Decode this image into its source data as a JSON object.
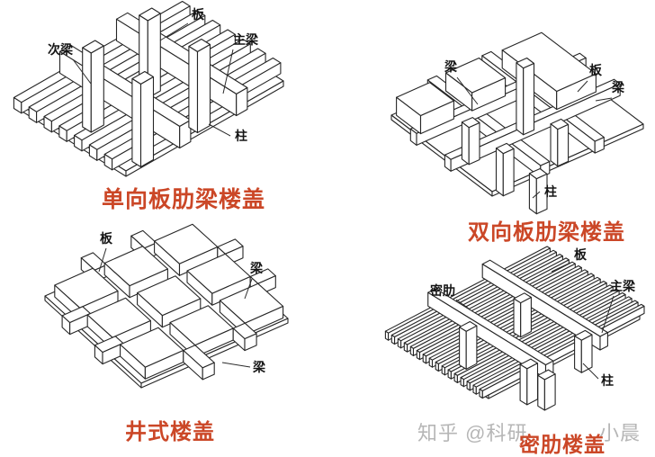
{
  "figure": {
    "background": "#ffffff",
    "line_color": "#262626",
    "accent_color": "#cb4727",
    "watermark": {
      "prefix": "知乎 @科研",
      "suffix": "小晨",
      "color": "#b6b6b6"
    },
    "diagrams": [
      {
        "key": "one-way-ribbed",
        "title": "单向板肋梁楼盖",
        "labels": {
          "slab": "板",
          "main_beam": "主梁",
          "secondary_beam": "次梁",
          "column": "柱"
        }
      },
      {
        "key": "two-way-ribbed",
        "title": "双向板肋梁楼盖",
        "labels": {
          "beam_left": "梁",
          "slab": "板",
          "beam_right": "梁",
          "column": "柱"
        }
      },
      {
        "key": "waffle",
        "title": "井式楼盖",
        "labels": {
          "slab": "板",
          "beam_upper": "梁",
          "beam_lower": "梁"
        }
      },
      {
        "key": "dense-rib",
        "title": "密肋楼盖",
        "labels": {
          "slab": "板",
          "dense_rib": "密肋",
          "main_beam": "主梁",
          "column": "柱"
        }
      }
    ]
  }
}
